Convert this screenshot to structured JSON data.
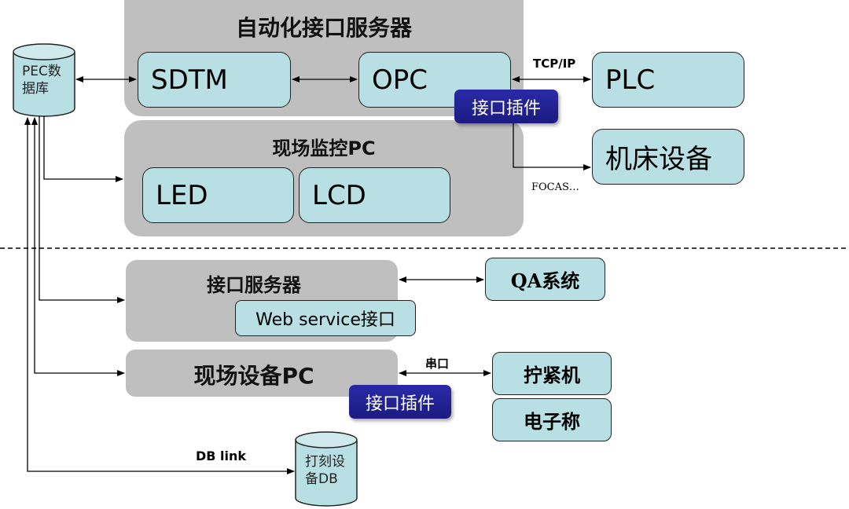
{
  "databases": {
    "pec": {
      "label": "PEC数据库",
      "line1": "PEC数",
      "line2": "据库"
    },
    "marking": {
      "label": "打刻设备DB",
      "line1": "打刻设",
      "line2": "备DB"
    }
  },
  "groups": {
    "automation_server": {
      "title": "自动化接口服务器",
      "nodes": {
        "sdtm": "SDTM",
        "opc": "OPC"
      },
      "plugin": "接口插件"
    },
    "monitor_pc": {
      "title": "现场监控PC",
      "nodes": {
        "led": "LED",
        "lcd": "LCD"
      }
    },
    "interface_server": {
      "title": "接口服务器",
      "webservice": "Web service接口"
    },
    "field_device_pc": {
      "title": "现场设备PC",
      "plugin": "接口插件"
    }
  },
  "external": {
    "plc": "PLC",
    "machine": "机床设备",
    "qa": "QA系统",
    "tightening": "拧紧机",
    "scale": "电子称"
  },
  "connections": {
    "tcpip": "TCP/IP",
    "focas": "FOCAS…",
    "serial": "串口",
    "dblink": "DB link"
  },
  "colors": {
    "node_fill": "#b8dfe3",
    "group_fill": "#bfbfbf",
    "plugin_fill": "#2222a0"
  }
}
